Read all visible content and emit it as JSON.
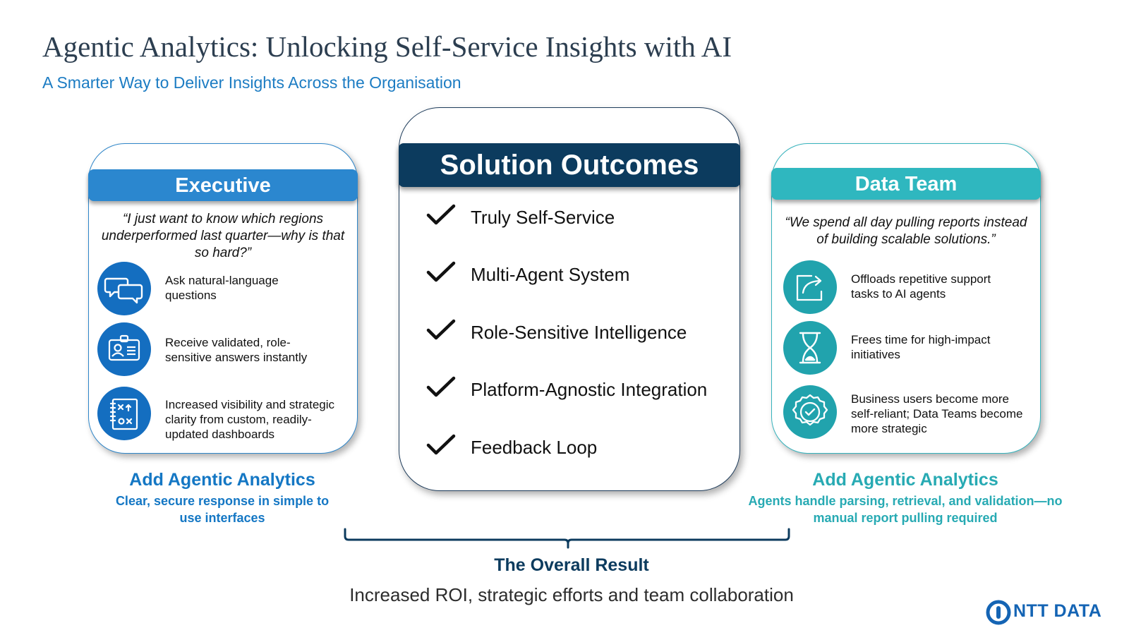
{
  "title": "Agentic Analytics: Unlocking Self-Service Insights with AI",
  "subtitle": "A Smarter Way to Deliver Insights Across the Organisation",
  "executive": {
    "header": "Executive",
    "quote": "“I just want to know which regions underperformed last quarter—why is that so hard?”",
    "features": [
      {
        "icon": "chat-bubbles-icon",
        "text": "Ask natural-language questions"
      },
      {
        "icon": "id-card-icon",
        "text": "Receive validated, role-sensitive answers instantly"
      },
      {
        "icon": "strategy-board-icon",
        "text": "Increased visibility and strategic clarity from custom, readily-updated dashboards"
      }
    ],
    "add_title": "Add Agentic Analytics",
    "add_desc": "Clear, secure response in simple to use interfaces"
  },
  "center": {
    "header": "Solution Outcomes",
    "outcomes": [
      "Truly Self-Service",
      "Multi-Agent System",
      "Role-Sensitive Intelligence",
      "Platform-Agnostic Integration",
      "Feedback Loop"
    ]
  },
  "data_team": {
    "header": "Data Team",
    "quote": "“We spend all day pulling reports instead of building scalable solutions.”",
    "features": [
      {
        "icon": "share-arrow-icon",
        "text": "Offloads repetitive support tasks to AI agents"
      },
      {
        "icon": "hourglass-icon",
        "text": "Frees time for high-impact initiatives"
      },
      {
        "icon": "verified-badge-icon",
        "text": "Business users become more self-reliant; Data Teams become more strategic"
      }
    ],
    "add_title": "Add Agentic Analytics",
    "add_desc": "Agents handle parsing, retrieval, and validation—no manual report pulling required"
  },
  "overall": {
    "title": "The Overall Result",
    "text": "Increased ROI, strategic efforts and team collaboration"
  },
  "logo": {
    "text": "NTT DATA"
  },
  "colors": {
    "executive": "#2b87cf",
    "data_team": "#2fb7bf",
    "center": "#0c3b5e",
    "subtitle": "#1c7cc3"
  }
}
